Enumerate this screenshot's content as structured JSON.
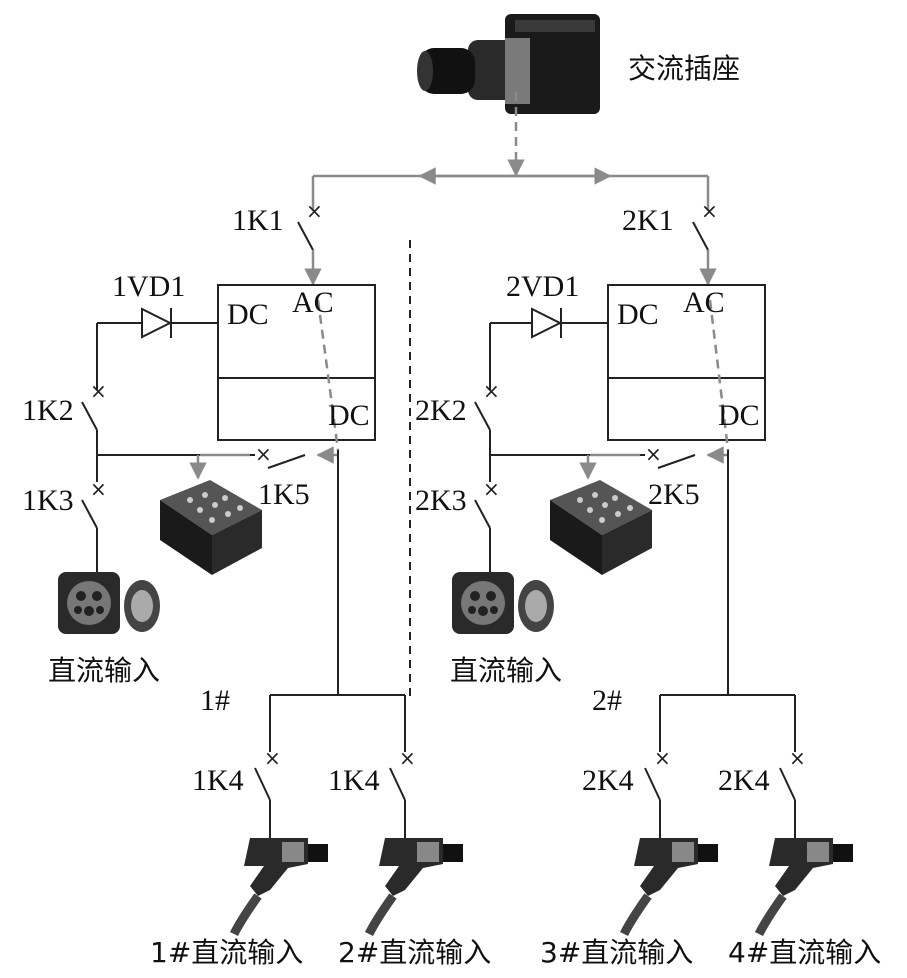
{
  "labels": {
    "ac_socket": "交流插座",
    "left": {
      "k1": "1K1",
      "vd1": "1VD1",
      "k2": "1K2",
      "k3": "1K3",
      "k5": "1K5",
      "dc_input": "直流输入",
      "group": "1#",
      "k4a": "1K4",
      "k4b": "1K4",
      "conv_dc_in": "DC",
      "conv_ac": "AC",
      "conv_dc_out": "DC"
    },
    "right": {
      "k1": "2K1",
      "vd1": "2VD1",
      "k2": "2K2",
      "k3": "2K3",
      "k5": "2K5",
      "dc_input": "直流输入",
      "group": "2#",
      "k4a": "2K4",
      "k4b": "2K4",
      "conv_dc_in": "DC",
      "conv_ac": "AC",
      "conv_dc_out": "DC"
    },
    "outputs": [
      "1#直流输入",
      "2#直流输入",
      "3#直流输入",
      "4#直流输入"
    ]
  },
  "icons": {
    "ac_socket": "industrial-ac-socket-icon",
    "battery": "battery-pack-icon",
    "dc_port": "dc-charging-port-icon",
    "charger": "charging-gun-icon"
  },
  "colors": {
    "wire": "#222222",
    "flow_arrow": "#8a8a8a"
  }
}
